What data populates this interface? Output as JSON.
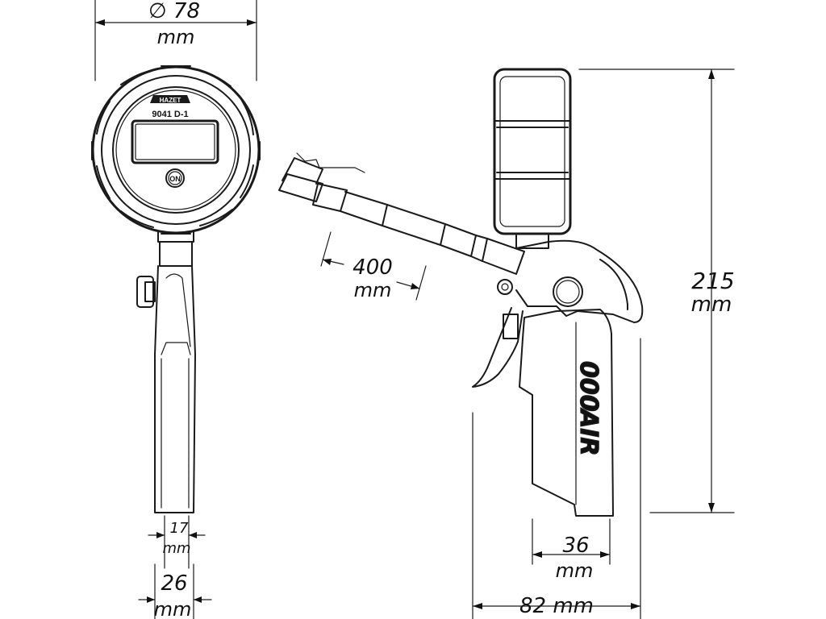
{
  "product": {
    "brand": "HAZET",
    "model": "9041 D-1",
    "on_button": "ON",
    "grip_text_1": "000",
    "grip_text_2": "AIR"
  },
  "dimensions": {
    "diameter": {
      "value": "∅ 78",
      "unit": "mm"
    },
    "hose_length": {
      "value": "400",
      "unit": "mm"
    },
    "height": {
      "value": "215",
      "unit": "mm"
    },
    "neck_width": {
      "value": "17",
      "unit": "mm"
    },
    "handle_width": {
      "value": "26",
      "unit": "mm"
    },
    "grip_width": {
      "value": "36",
      "unit": "mm"
    },
    "overall_length": {
      "value": "82 mm"
    }
  }
}
